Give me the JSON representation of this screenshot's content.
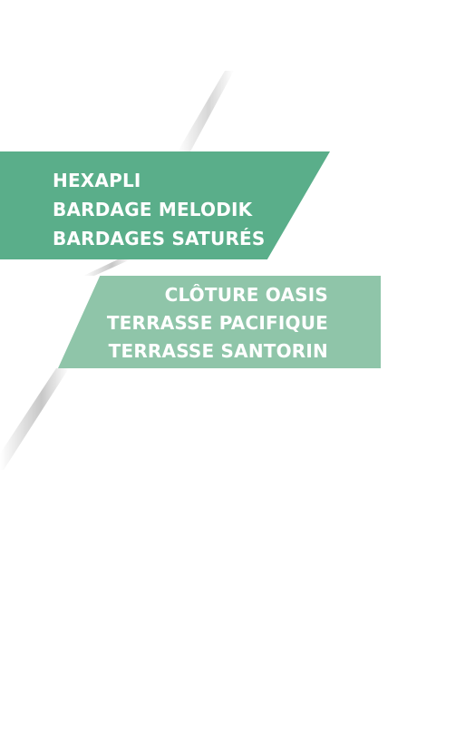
{
  "colors": {
    "top_banner": "#5aae8a",
    "bottom_banner": "#8fc5a9",
    "text": "#ffffff",
    "background": "#ffffff"
  },
  "top_banner": {
    "items": [
      "HEXAPLI",
      "BARDAGE MELODIK",
      "BARDAGES SATURÉS"
    ]
  },
  "bottom_banner": {
    "items": [
      "CLÔTURE OASIS",
      "TERRASSE PACIFIQUE",
      "TERRASSE SANTORIN"
    ]
  }
}
